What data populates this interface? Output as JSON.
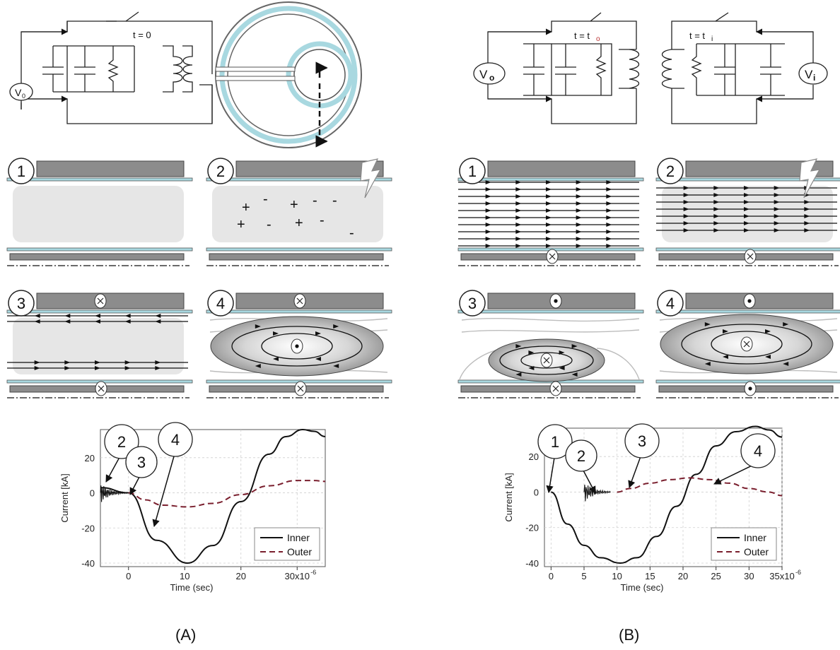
{
  "panel_a": {
    "label": "(A)",
    "switch_label": "t = 0",
    "source_label": "V",
    "source_sub": "0",
    "steps": [
      {
        "num": "1"
      },
      {
        "num": "2",
        "charges": [
          "+",
          "-",
          "+",
          "-",
          "+",
          "-",
          "+",
          "-"
        ]
      },
      {
        "num": "3"
      },
      {
        "num": "4"
      }
    ]
  },
  "panel_b": {
    "label": "(B)",
    "switch_outer_label": "t = t",
    "switch_outer_sub": "o",
    "switch_inner_label": "t = t",
    "switch_inner_sub": "i",
    "source_outer_label": "V",
    "source_outer_sub": "o",
    "source_inner_label": "V",
    "source_inner_sub": "i",
    "steps": [
      {
        "num": "1"
      },
      {
        "num": "2"
      },
      {
        "num": "3"
      },
      {
        "num": "4"
      }
    ]
  },
  "symbols": {
    "into_page": "x",
    "out_of_page": "•"
  },
  "colors": {
    "electrode": "#8c8c8c",
    "insulator": "#a8d8e0",
    "plasma": "#e6e6e6",
    "dark": "#111111",
    "outer_curve": "#7a1f2e",
    "grid": "#cfcfcf"
  },
  "chart_data": [
    {
      "type": "line",
      "panel": "(A)",
      "xlabel": "Time (sec)",
      "ylabel": "Current [kA]",
      "xlim": [
        -5,
        35
      ],
      "ylim": [
        -42,
        36
      ],
      "x_ticks": [
        "0",
        "10",
        "20",
        "30x10"
      ],
      "x_tick_exponent": "-6",
      "y_ticks": [
        "20",
        "0",
        "-20",
        "-40"
      ],
      "grid": true,
      "legend_position": "bottom-right",
      "callouts": [
        "2",
        "3",
        "4"
      ],
      "series": [
        {
          "name": "Inner",
          "style": "solid",
          "x": [
            -5,
            0,
            5,
            10.5,
            15,
            20,
            25,
            28,
            31,
            33,
            35
          ],
          "y": [
            3,
            0,
            -27,
            -40,
            -30,
            -5,
            22,
            32,
            36,
            35,
            32
          ]
        },
        {
          "name": "Outer",
          "style": "dashed",
          "x": [
            0,
            3,
            6,
            10.5,
            15,
            20,
            25,
            30,
            33,
            35
          ],
          "y": [
            0,
            -4,
            -7,
            -8,
            -6,
            -1,
            4,
            7,
            7,
            6.5
          ]
        }
      ]
    },
    {
      "type": "line",
      "panel": "(B)",
      "xlabel": "Time (sec)",
      "ylabel": "Current [kA]",
      "xlim": [
        -1,
        35
      ],
      "ylim": [
        -42,
        36
      ],
      "x_ticks": [
        "0",
        "5",
        "10",
        "15",
        "20",
        "25",
        "30",
        "35x10"
      ],
      "x_tick_exponent": "-6",
      "y_ticks": [
        "20",
        "0",
        "-20",
        "-40"
      ],
      "grid": true,
      "legend_position": "bottom-right",
      "callouts": [
        "1",
        "2",
        "3",
        "4"
      ],
      "series": [
        {
          "name": "Inner",
          "style": "solid",
          "x": [
            0,
            2.5,
            5,
            7.5,
            10.5,
            13,
            16,
            19,
            22,
            25,
            28,
            31,
            33,
            35
          ],
          "y": [
            0,
            -18,
            -30,
            -37,
            -40,
            -37,
            -25,
            -8,
            10,
            26,
            34,
            37,
            35,
            31
          ]
        },
        {
          "name": "Outer",
          "style": "dashed",
          "x": [
            10,
            12,
            15,
            18,
            21,
            24,
            27,
            30,
            33,
            35
          ],
          "y": [
            0,
            2,
            5,
            7,
            8,
            7,
            5,
            2,
            0,
            -2
          ]
        }
      ]
    }
  ]
}
